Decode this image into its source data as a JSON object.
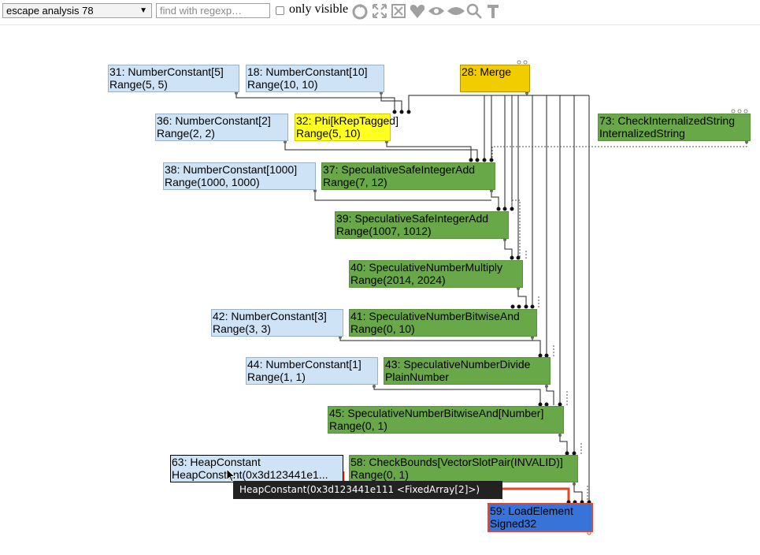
{
  "toolbar": {
    "phase_select": "escape analysis 78",
    "search_placeholder": "find with regexp…",
    "only_visible_label": "only visible",
    "icons": [
      "layout-icon",
      "expand-icon",
      "fit-icon",
      "heart-icon",
      "eye-icon",
      "hide-icon",
      "zoom-icon",
      "text-icon"
    ]
  },
  "nodes": {
    "n31": {
      "line1": "31: NumberConstant[5]",
      "line2": "Range(5, 5)"
    },
    "n18": {
      "line1": "18: NumberConstant[10]",
      "line2": "Range(10, 10)"
    },
    "n28": {
      "line1": "28: Merge",
      "line2": ""
    },
    "n36": {
      "line1": "36: NumberConstant[2]",
      "line2": "Range(2, 2)"
    },
    "n32": {
      "line1": "32: Phi[kRepTagged]",
      "line2": "Range(5, 10)"
    },
    "n73": {
      "line1": "73: CheckInternalizedString",
      "line2": "InternalizedString"
    },
    "n38": {
      "line1": "38: NumberConstant[1000]",
      "line2": "Range(1000, 1000)"
    },
    "n37": {
      "line1": "37: SpeculativeSafeIntegerAdd",
      "line2": "Range(7, 12)"
    },
    "n39": {
      "line1": "39: SpeculativeSafeIntegerAdd",
      "line2": "Range(1007, 1012)"
    },
    "n40": {
      "line1": "40: SpeculativeNumberMultiply",
      "line2": "Range(2014, 2024)"
    },
    "n42": {
      "line1": "42: NumberConstant[3]",
      "line2": "Range(3, 3)"
    },
    "n41": {
      "line1": "41: SpeculativeNumberBitwiseAnd",
      "line2": "Range(0, 10)"
    },
    "n44": {
      "line1": "44: NumberConstant[1]",
      "line2": "Range(1, 1)"
    },
    "n43": {
      "line1": "43: SpeculativeNumberDivide",
      "line2": "PlainNumber"
    },
    "n45": {
      "line1": "45: SpeculativeNumberBitwiseAnd[Number]",
      "line2": "Range(0, 1)"
    },
    "n63": {
      "line1": "63: HeapConstant",
      "line2": "HeapConstant(0x3d123441e1..."
    },
    "n58": {
      "line1": "58: CheckBounds[VectorSlotPair(INVALID)]",
      "line2": "Range(0, 1)"
    },
    "n59": {
      "line1": "59: LoadElement",
      "line2": "Signed32"
    }
  },
  "tooltip": "HeapConstant(0x3d123441e111 <FixedArray[2]>)",
  "colors": {
    "constant": "#cfe3f6",
    "operation": "#69a848",
    "phi": "#ffff22",
    "control": "#f1cd00",
    "selected": "#3773d9",
    "selected_border": "#e0482a"
  }
}
